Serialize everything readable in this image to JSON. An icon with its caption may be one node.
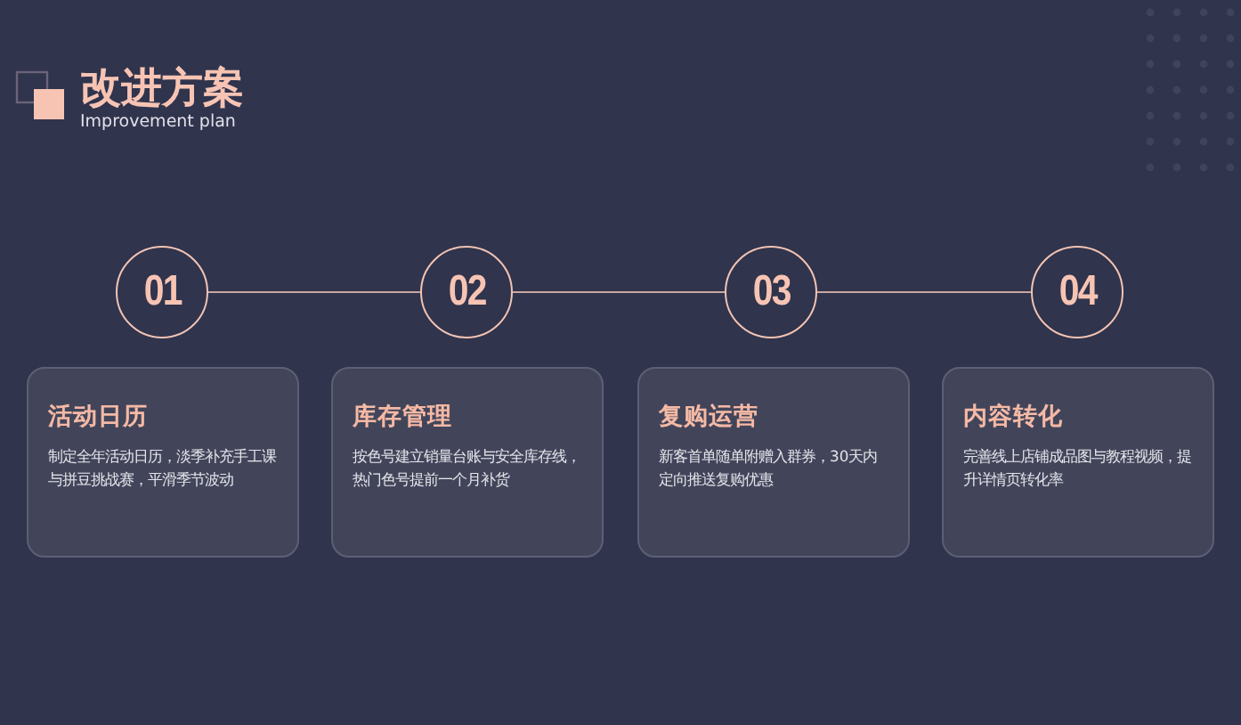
{
  "diagram": {
    "title": "改进方案",
    "nodes": [
      {
        "text": [
          "01"
        ]
      },
      {
        "text": [
          "02"
        ]
      },
      {
        "text": [
          "03"
        ]
      },
      {
        "text": [
          "04"
        ]
      },
      {
        "text": [
          "活动日历",
          "制定全年活动日历，淡季补充手工课与拼豆挑战赛，平滑季节波动"
        ]
      },
      {
        "text": [
          "库存管理",
          "按色号建立销量台账与安全库存线，热门色号提前一个月补货"
        ]
      },
      {
        "text": [
          "复购运营",
          "新客首单随单附赠入群券，30天内定向推送复购优惠"
        ]
      },
      {
        "text": [
          "内容转化",
          "完善线上店铺成品图与教程视频，提升详情页转化率"
        ]
      }
    ],
    "edges": [
      {
        "from": 0,
        "to": 1,
        "arrow": "none"
      },
      {
        "from": 1,
        "to": 2,
        "arrow": "none"
      },
      {
        "from": 2,
        "to": 3,
        "arrow": "none"
      }
    ],
    "labels": [
      "Improvement plan"
    ]
  }
}
